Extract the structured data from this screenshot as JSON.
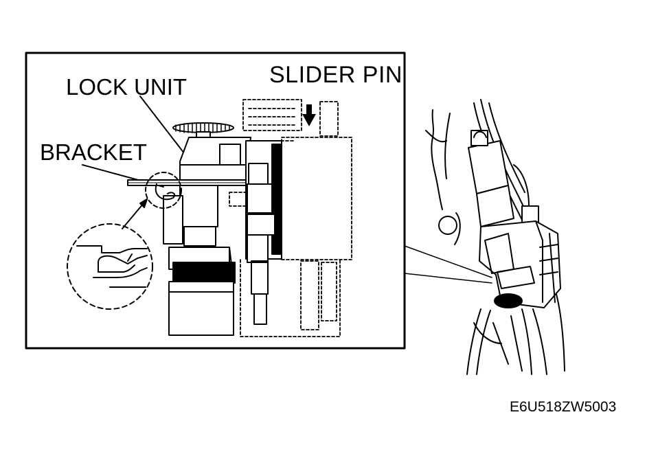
{
  "labels": {
    "slider_pin": "SLIDER PIN",
    "lock_unit": "LOCK UNIT",
    "bracket": "BRACKET",
    "figure_code": "E6U518ZW5003"
  },
  "colors": {
    "ink": "#000000",
    "paper": "#ffffff"
  },
  "icons": {
    "arrow": "down-arrow-icon"
  }
}
